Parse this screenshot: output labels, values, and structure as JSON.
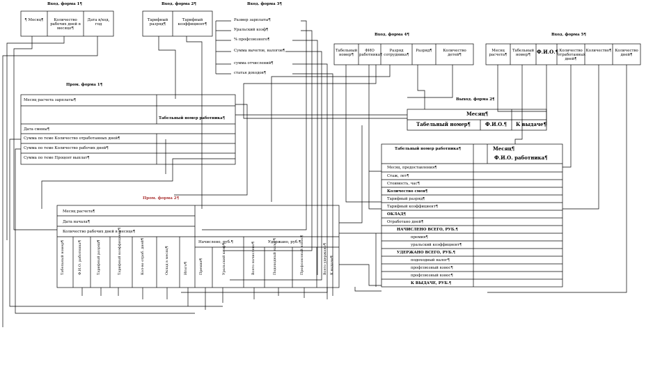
{
  "input1": {
    "title": "Вход. форма 1¶",
    "cells": [
      "¶ Месяц¶",
      "Количество рабочих дней в месяце¶",
      "Дата в/ход, год"
    ]
  },
  "input2": {
    "title": "Вход. форма 2¶",
    "cells": [
      "Тарифный разряд¶",
      "Тарифный коэффициент¶"
    ]
  },
  "input3": {
    "title": "Вход. форма 3¶",
    "items": [
      "Размер зарплаты¶",
      "Уральский коэф¶",
      "% профсоюзного¶",
      "Сумма вычетов, налогов¶",
      "сумма отчислений¶",
      "статья доходов¶"
    ]
  },
  "input4": {
    "title": "Вход. форма 4¶",
    "cells": [
      "Табельный номер¶",
      "ФИО работника¶",
      "Разряд сотрудника¶",
      "Разряд¶",
      "Количество детей¶"
    ]
  },
  "input5": {
    "title": "Вход. форма 5¶",
    "cells": [
      "Месяц расчета¶",
      "Табельный номер¶",
      "Ф.И.О.¶",
      "Количество отработанных дней¶",
      "Количество¶",
      "Количество дней¶"
    ]
  },
  "interform1": {
    "title": "Пром. форма 1¶",
    "rows": [
      "Месяц расчета зарплаты¶",
      "Табельный номер работника¶",
      "Дата смены¶",
      "Сумма по теме Количество отработанных дней¶",
      "Сумма по теме Количество рабочих дней¶",
      "Сумма по теме Процент выплат¶"
    ]
  },
  "interform2": {
    "title": "Пром. форма 2¶",
    "rows": [
      "Месяц расчета¶",
      "Дата начала¶",
      "Количество рабочих дней в месяце¶"
    ],
    "cols": [
      "Табельный номер¶",
      "Ф.И.О. работника¶",
      "Тарифный разряд¶",
      "Тарифный коэффициент¶",
      "Кол-во отраб. дней¶",
      "Оклад в месяц¶",
      "Итого¶"
    ],
    "group_accrued": "Начислено, руб.¶",
    "accrued_cols": [
      "Премия¶",
      "Уральский коэф¶",
      "Всего начислено¶"
    ],
    "group_withheld": "Удержано, руб.¶",
    "withheld_cols": [
      "Подоходный налог¶",
      "Профсоюзный взнос¶",
      "Всего удержано¶",
      "К выдаче¶"
    ]
  },
  "output2": {
    "title": "Выход. форма 2¶",
    "cells": [
      "Месяц¶",
      "Табельный номер¶",
      "Ф.И.О.¶",
      "К выдаче¶"
    ]
  },
  "output1": {
    "header": [
      "Табельный номер работника¶",
      "Месяц¶",
      "Ф.И.О. работника¶"
    ],
    "rows": [
      "Месяц, предоставления¶",
      "Стаж, лет¶",
      "Стоимость, час¶",
      "Количество смен¶",
      "Тарифный разряд¶",
      "Тарифный коэффициент¶",
      "ОКЛАД¶",
      "Отработано дней¶",
      "НАЧИСЛЕНО ВСЕГО, РУБ.¶",
      "премия¶",
      "уральский коэффициент¶",
      "УДЕРЖАНО ВСЕГО, РУБ.¶",
      "подоходный налог¶",
      "профсоюзный взнос¶",
      "профсоюзный взнос¶",
      "К ВЫДАЧЕ, РУБ.¶"
    ]
  }
}
